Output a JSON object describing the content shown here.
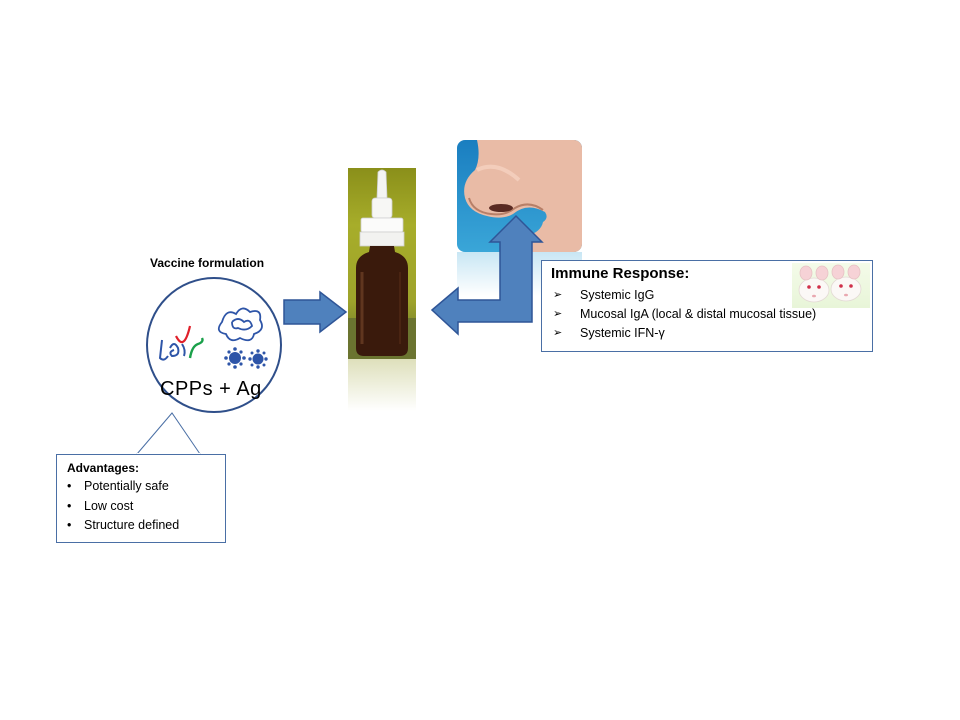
{
  "formulation": {
    "title": "Vaccine formulation",
    "circle_label": "CPPs +  Ag"
  },
  "advantages": {
    "title": "Advantages:",
    "items": [
      "Potentially safe",
      "Low cost",
      "Structure defined"
    ]
  },
  "immune_response": {
    "title": "Immune Response:",
    "items": [
      "Systemic IgG",
      "Mucosal IgA (local & distal mucosal tissue)",
      "Systemic IFN-γ"
    ]
  },
  "colors": {
    "arrow_fill": "#4f81bd",
    "arrow_stroke": "#2f5597",
    "box_border": "#4a6fa5",
    "circle_border": "#2f4f8a",
    "cpp_red": "#e0202a",
    "cpp_green": "#1aa04a",
    "antigen_blue": "#2e55a8"
  },
  "icons": {
    "bullet": "•",
    "arrow_bullet": "➢"
  }
}
